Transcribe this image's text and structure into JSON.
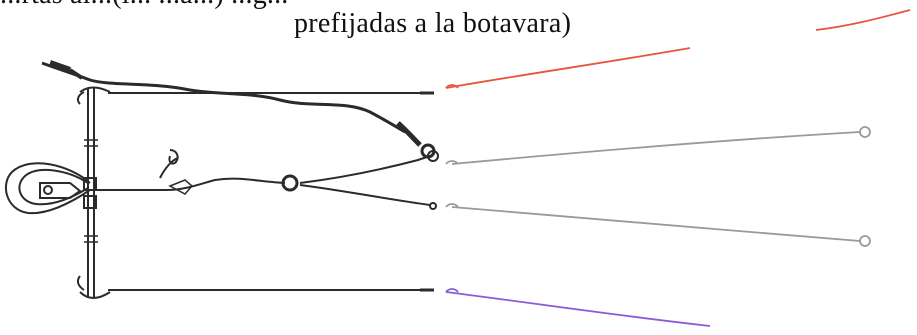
{
  "caption": {
    "line_top": "...rtas al...(l... ...a...) ...g...",
    "line_main": "prefijadas a la  botavara)"
  },
  "colors": {
    "line_dark": "#2b2b2b",
    "line_gray": "#9a9a9a",
    "line_red": "#e8553f",
    "line_purple": "#8a5bd6",
    "text": "#111111"
  },
  "elements": {
    "control_bar": "control-bar",
    "chicken_loop": "chicken-loop",
    "depower_line": "depower-line",
    "front_lines": "front-lines",
    "steering_lines": "steering-lines",
    "line_extensions": "line-extensions"
  }
}
